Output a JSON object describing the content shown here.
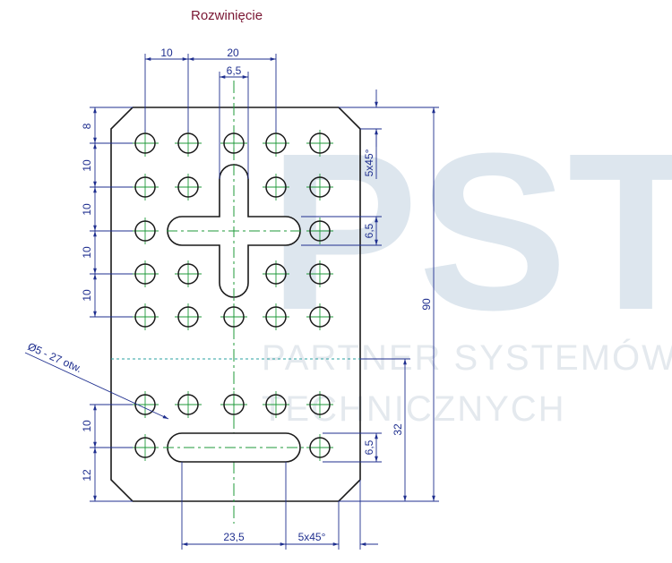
{
  "title": "Rozwinięcie",
  "watermark": {
    "logo": "PST",
    "line1": "PARTNER SYSTEMÓW",
    "line2": "TECHNICZNYCH"
  },
  "dimensions": {
    "hole_spacing_h": "10",
    "hole_spacing_h2": "20",
    "slot_width_top": "6,5",
    "edge_top": "8",
    "row_spacing_1": "10",
    "row_spacing_2": "10",
    "row_spacing_3": "10",
    "row_spacing_4": "10",
    "row_spacing_bottom": "10",
    "edge_bottom": "12",
    "chamfer_top": "5x45°",
    "slot_width_cross": "6,5",
    "slot_width_bottom": "6,5",
    "height_total": "90",
    "height_lower": "32",
    "slot_length_bottom": "23,5",
    "chamfer_bottom": "5x45°",
    "hole_callout": "Ø5 - 27 otw."
  },
  "colors": {
    "outline": "#1a1a1a",
    "dimension": "#1f2f8f",
    "centerline": "#1f9a3a",
    "fold_line": "#2aa0a0",
    "title": "#7a1633",
    "watermark": "#dde6ee"
  }
}
